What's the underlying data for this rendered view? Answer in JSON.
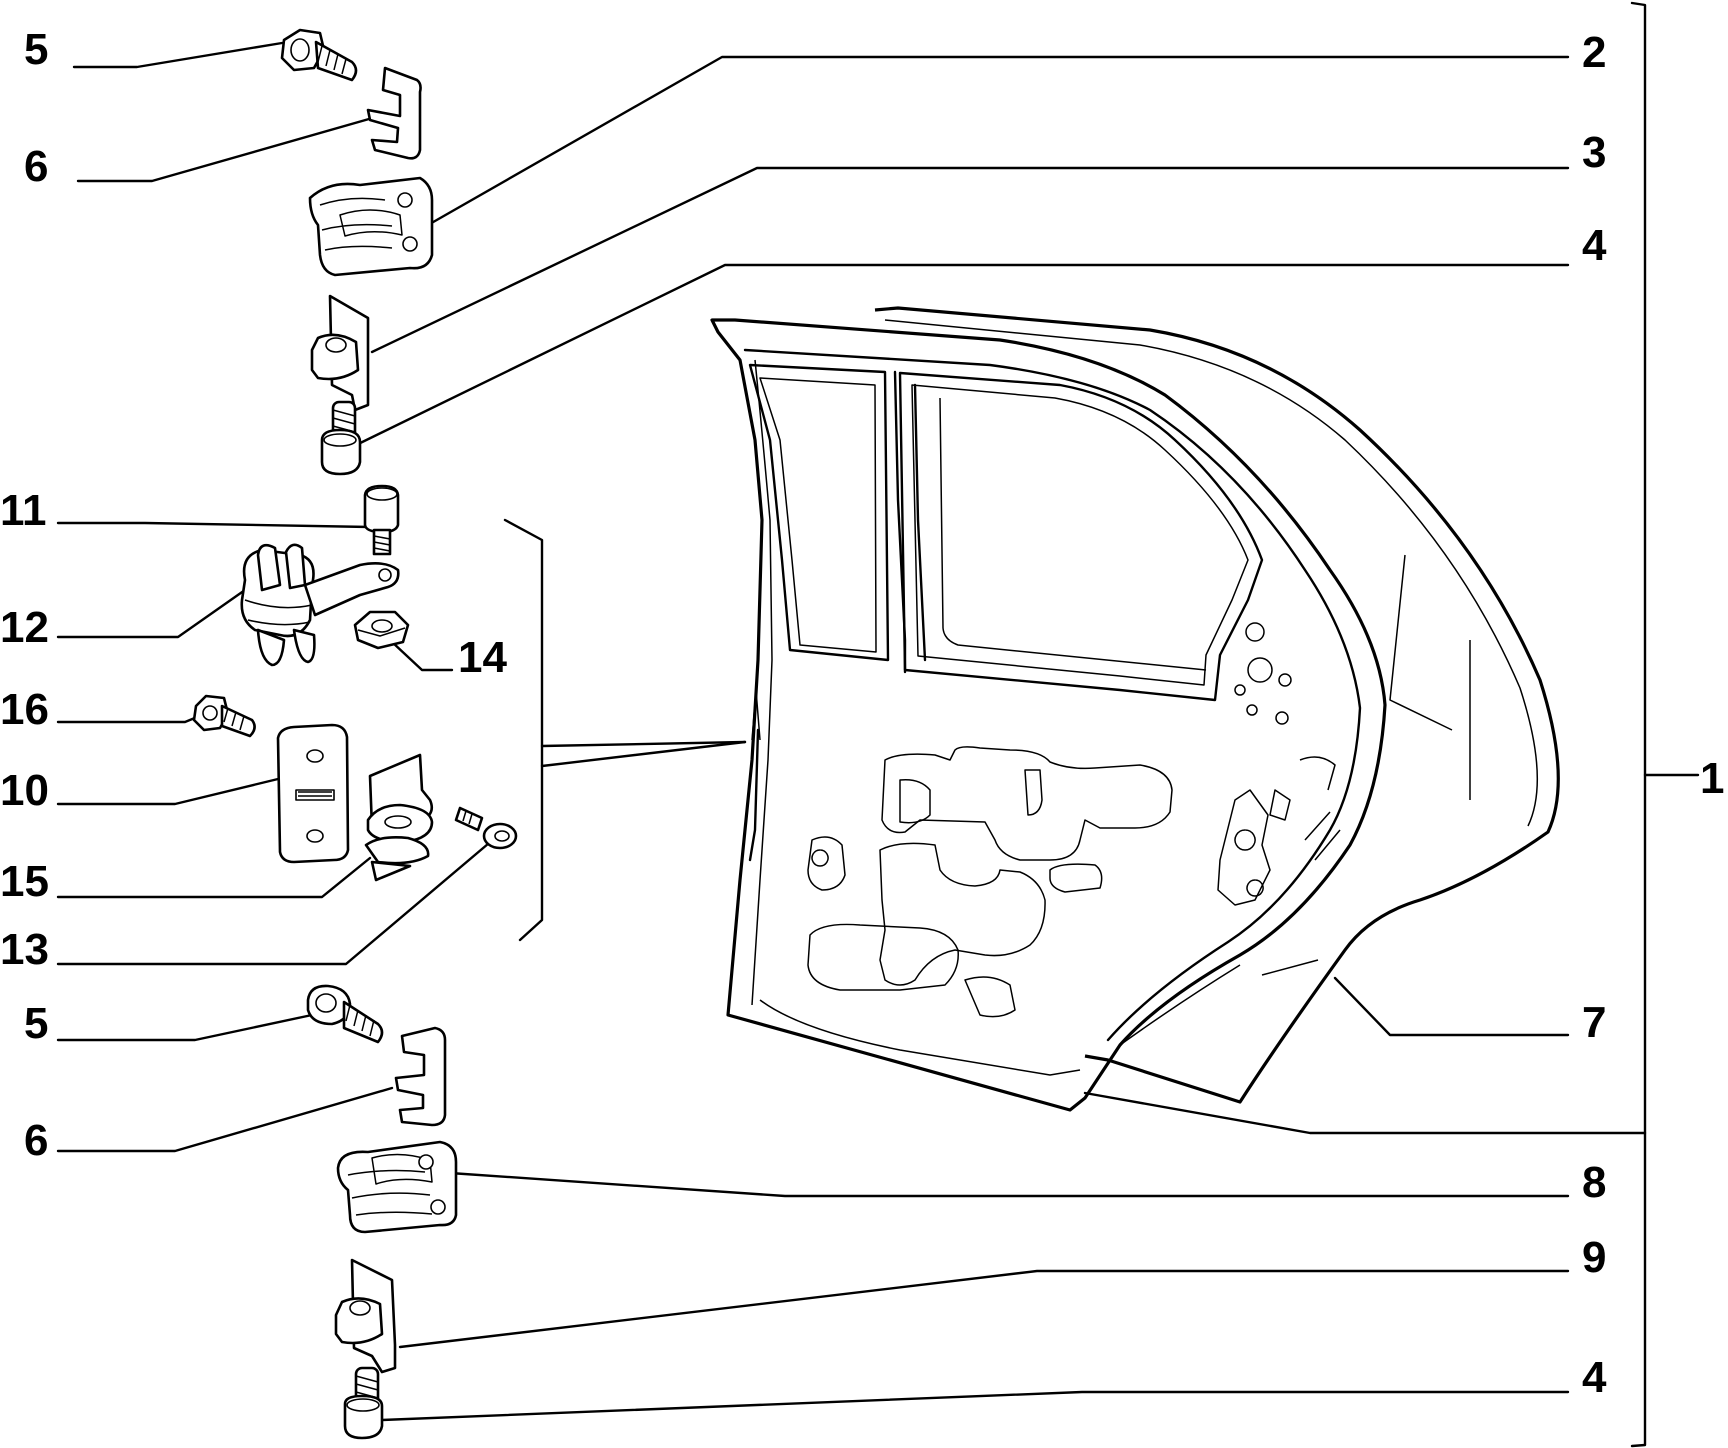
{
  "callouts": [
    {
      "id": "label-5-top",
      "text": "5"
    },
    {
      "id": "label-6-top",
      "text": "6"
    },
    {
      "id": "label-11",
      "text": "11"
    },
    {
      "id": "label-12",
      "text": "12"
    },
    {
      "id": "label-16",
      "text": "16"
    },
    {
      "id": "label-10",
      "text": "10"
    },
    {
      "id": "label-15",
      "text": "15"
    },
    {
      "id": "label-13",
      "text": "13"
    },
    {
      "id": "label-5-bottom",
      "text": "5"
    },
    {
      "id": "label-6-bottom",
      "text": "6"
    },
    {
      "id": "label-2",
      "text": "2"
    },
    {
      "id": "label-3",
      "text": "3"
    },
    {
      "id": "label-4-top",
      "text": "4"
    },
    {
      "id": "label-1",
      "text": "1"
    },
    {
      "id": "label-7",
      "text": "7"
    },
    {
      "id": "label-8",
      "text": "8"
    },
    {
      "id": "label-9",
      "text": "9"
    },
    {
      "id": "label-4-bottom",
      "text": "4"
    },
    {
      "id": "label-14",
      "text": "14"
    }
  ]
}
